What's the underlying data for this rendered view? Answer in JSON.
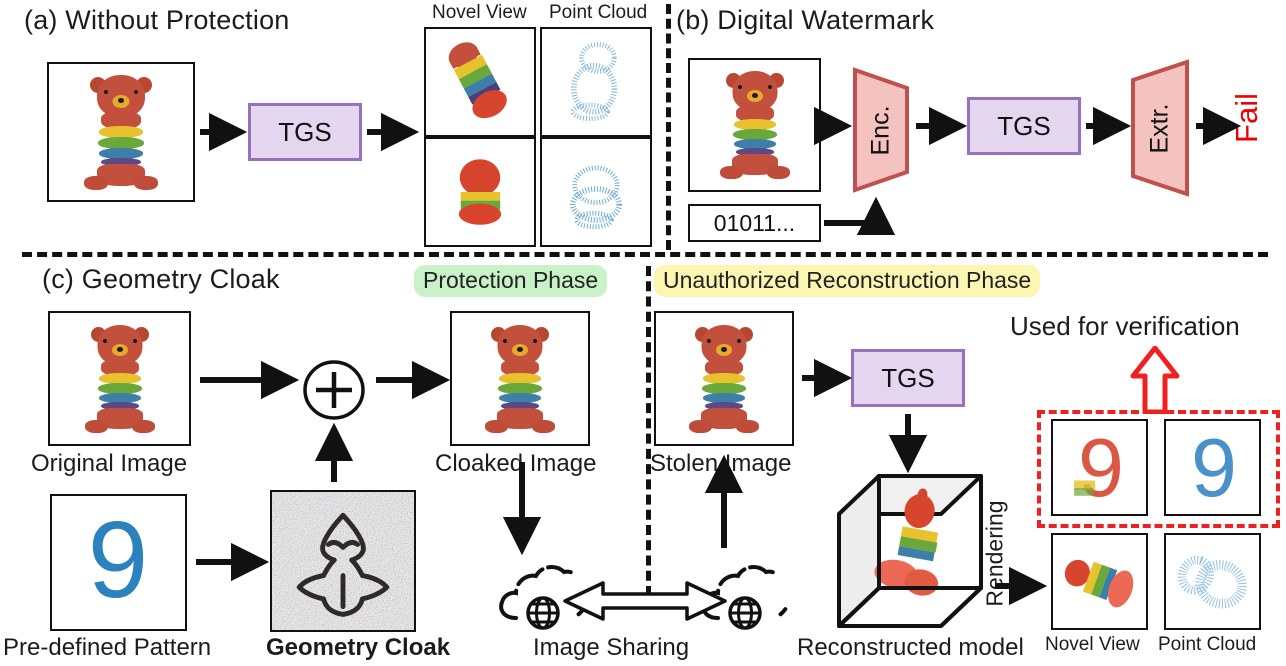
{
  "figure": {
    "panels": [
      {
        "id": "a",
        "title": "(a) Without Protection"
      },
      {
        "id": "b",
        "title": "(b) Digital Watermark"
      },
      {
        "id": "c",
        "title": "(c) Geometry Cloak"
      }
    ]
  },
  "panel_a": {
    "title": "(a) Without Protection",
    "model_label": "TGS",
    "grid_headers": {
      "novel_view": "Novel View",
      "point_cloud": "Point Cloud"
    }
  },
  "panel_b": {
    "title": "(b) Digital Watermark",
    "encoder_label": "Enc.",
    "model_label": "TGS",
    "extractor_label": "Extr.",
    "result_label": "Fail",
    "bitstring": "01011...",
    "result_color": "#ee0000"
  },
  "panel_c": {
    "title": "(c) Geometry Cloak",
    "phases": {
      "protection": "Protection Phase",
      "unauthorized": "Unauthorized Reconstruction Phase"
    },
    "phase_colors": {
      "protection": "#c9f2c9",
      "unauthorized": "#fbf6b2"
    },
    "captions": {
      "original_image": "Original Image",
      "predefined_pattern": "Pre-defined Pattern",
      "geometry_cloak": "Geometry Cloak",
      "cloaked_image": "Cloaked Image",
      "image_sharing": "Image Sharing",
      "stolen_image": "Stolen Image",
      "reconstructed_model": "Reconstructed model",
      "rendering": "Rendering",
      "used_for_verification": "Used for verification",
      "novel_view": "Novel View",
      "point_cloud": "Point Cloud"
    },
    "model_label": "TGS",
    "combine_operator": "+",
    "pattern_digit": "9",
    "verification_highlight_color": "#f02020"
  },
  "colors": {
    "tgs_fill": "#e4d6ef",
    "tgs_border": "#9a6fbb",
    "trapezoid_fill": "#f5c3bf",
    "trapezoid_border": "#c0504d",
    "point_cloud_blue": "#6aa8d8",
    "pattern_blue": "#2b82bd",
    "fail_red": "#ee0000",
    "verify_red": "#f02020"
  },
  "icons": {
    "cloud_left": "cloud-globe-icon",
    "cloud_right": "cloud-globe-icon",
    "exchange": "double-arrow-icon",
    "plus": "plus-circle-icon",
    "verify_arrow": "red-hollow-up-arrow-icon"
  }
}
